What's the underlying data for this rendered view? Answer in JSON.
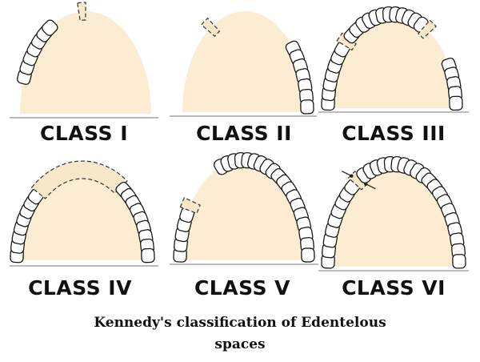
{
  "colors": {
    "palate": "#fbecd2",
    "tooth_fill": "#ffffff",
    "tooth_stroke": "#1a1a1a",
    "edentulous_fill": "#f8e7c8",
    "text": "#111111"
  },
  "icons": [
    "tooth-icon",
    "edentulous-space-icon",
    "arrow-icon"
  ],
  "panels": [
    {
      "id": "class-1",
      "label": "CLASS I",
      "teeth": [
        [
          4,
          10,
          "T"
        ],
        [
          15,
          "D"
        ],
        [
          16,
          20,
          "E"
        ],
        [
          1,
          3,
          "E"
        ],
        [
          21,
          23,
          "E"
        ],
        [
          24,
          30,
          "E"
        ]
      ]
    },
    {
      "id": "class-2",
      "label": "CLASS II",
      "teeth": [
        [
          1,
          9,
          "E"
        ],
        [
          10,
          "D"
        ],
        [
          11,
          20,
          "E"
        ],
        [
          21,
          23,
          "E"
        ],
        [
          24,
          30,
          "T"
        ]
      ]
    },
    {
      "id": "class-3",
      "label": "CLASS III",
      "teeth": [
        [
          1,
          7,
          "T"
        ],
        [
          8,
          "D"
        ],
        [
          9,
          20,
          "T"
        ],
        [
          21,
          "D"
        ],
        [
          22,
          25,
          "E"
        ],
        [
          26,
          30,
          "T"
        ]
      ]
    },
    {
      "id": "class-4",
      "label": "CLASS IV",
      "teeth": [
        [
          1,
          8,
          "T"
        ],
        [
          9,
          21,
          "D"
        ],
        [
          22,
          30,
          "T"
        ]
      ]
    },
    {
      "id": "class-5",
      "label": "CLASS V",
      "teeth": [
        [
          1,
          5,
          "T"
        ],
        [
          6,
          "D"
        ],
        [
          7,
          11,
          "E"
        ],
        [
          12,
          30,
          "T"
        ]
      ]
    },
    {
      "id": "class-6",
      "label": "CLASS VI",
      "teeth": [
        [
          1,
          9,
          "T"
        ],
        [
          10,
          "D"
        ],
        [
          11,
          30,
          "T"
        ]
      ]
    }
  ],
  "caption": {
    "line1": "Kennedy's classification of Edentelous",
    "line2": "spaces"
  }
}
